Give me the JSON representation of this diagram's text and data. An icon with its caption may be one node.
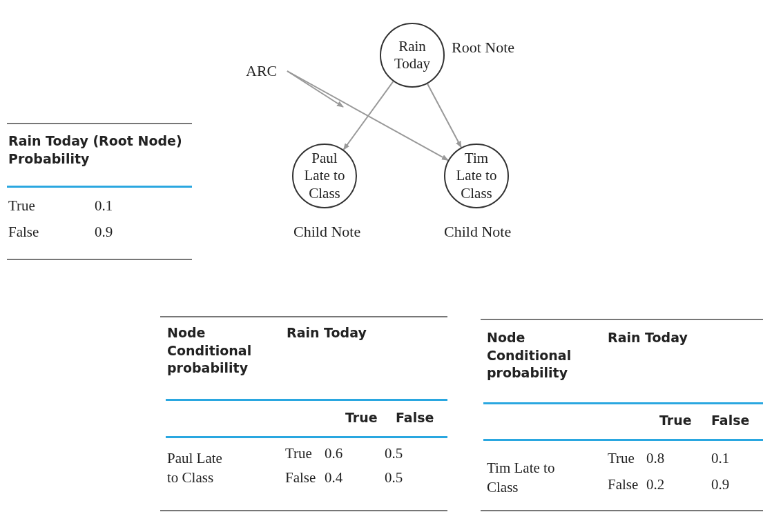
{
  "diagram": {
    "nodes": [
      {
        "text": [
          "Rain Today"
        ],
        "beside": [
          "Root Note"
        ]
      },
      {
        "text": [
          "Paul Late to Class"
        ],
        "beside": [
          "Child Note"
        ]
      },
      {
        "text": [
          "Tim Late to Class"
        ],
        "beside": [
          "Child Note"
        ]
      },
      {
        "text": [
          "ARC"
        ]
      }
    ],
    "edges": [
      {
        "from": 0,
        "to": 1,
        "arrow": "to"
      },
      {
        "from": 0,
        "to": 2,
        "arrow": "to"
      },
      {
        "from": 3,
        "to": null,
        "arrow": "to"
      },
      {
        "from": 3,
        "to": 2,
        "arrow": "to"
      }
    ],
    "labels": [
      "Rain Today (Root Node) Probability",
      "True",
      "0.1",
      "False",
      "0.9",
      "Node Conditional probability",
      "Rain Today",
      "True",
      "False",
      "Paul Late to Class",
      "True",
      "0.6",
      "0.5",
      "False",
      "0.4",
      "0.5",
      "Node Conditional probability",
      "Rain Today",
      "True",
      "False",
      "Tim Late to Class",
      "True",
      "0.8",
      "0.1",
      "False",
      "0.2",
      "0.9"
    ]
  }
}
